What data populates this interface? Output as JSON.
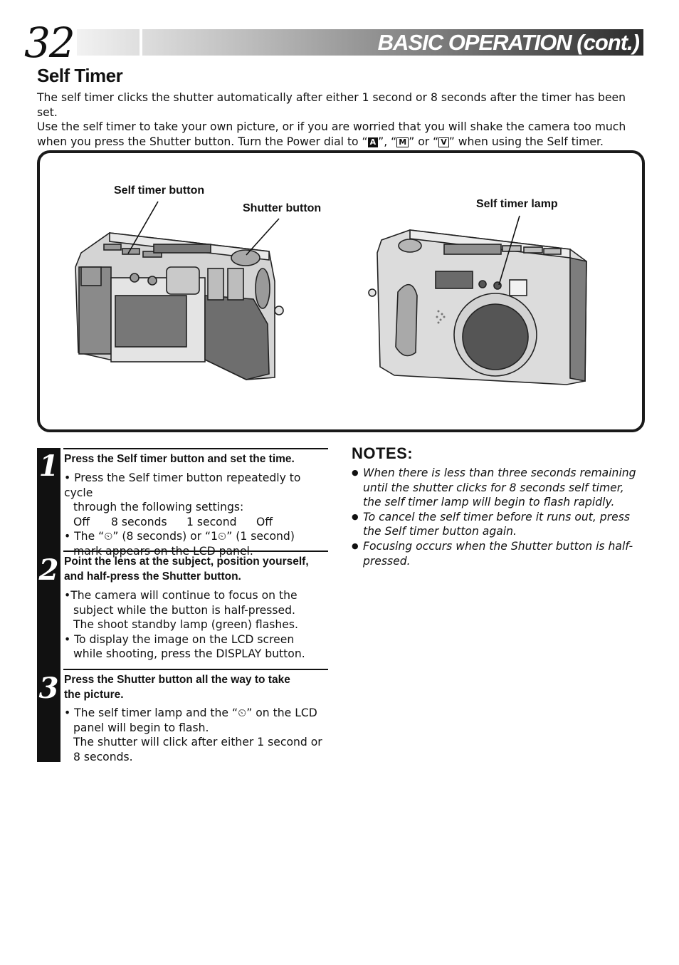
{
  "header": {
    "page_number": "32",
    "title": "BASIC OPERATION (cont.)"
  },
  "section": {
    "title": "Self Timer",
    "intro_line1": "The self timer clicks the shutter automatically after either 1 second or 8 seconds after the timer has been set.",
    "intro_line2": "Use the self timer to take your own picture, or if you are worried that you will shake the camera too much",
    "intro_line3_a": "when you press the Shutter button. Turn the Power dial to “",
    "mode_a": "A",
    "intro_line3_b": "”, “",
    "mode_m": "M",
    "intro_line3_c": "” or “",
    "mode_v": "V",
    "intro_line3_d": "” when using the Self timer."
  },
  "figure": {
    "label_self_timer_button": "Self timer button",
    "label_shutter_button": "Shutter button",
    "label_self_timer_lamp": "Self timer lamp"
  },
  "steps": [
    {
      "number": "1",
      "heading": "Press the Self timer button and set the time.",
      "b1_line1": "• Press the Self timer button repeatedly to cycle",
      "b1_line2": "through the following settings:",
      "settings": [
        "Off",
        "8 seconds",
        "1 second",
        "Off"
      ],
      "b2_line1": "• The “⏲” (8 seconds) or “1⏲” (1 second)",
      "b2_line2": "mark appears on the LCD panel."
    },
    {
      "number": "2",
      "heading_line1": "Point the lens at the subject, position yourself,",
      "heading_line2": "and half-press the Shutter button.",
      "b1_line1": "•The camera will continue to focus on the",
      "b1_line2": "subject while the button is half-pressed.",
      "b1_line3": "The shoot standby lamp (green) flashes.",
      "b2_line1": "• To display the image on the LCD screen",
      "b2_line2": "while shooting, press the DISPLAY button."
    },
    {
      "number": "3",
      "heading_line1": "Press the Shutter button all the way to take",
      "heading_line2": "the picture.",
      "b1_line1": "• The self timer lamp and the “⏲” on the LCD",
      "b1_line2": "panel will begin to flash.",
      "b1_line3": "The shutter will click after either 1 second or",
      "b1_line4": "8 seconds."
    }
  ],
  "notes": {
    "title": "NOTES:",
    "items": [
      "When there is less than three seconds remaining until the shutter clicks for 8 seconds self timer, the self timer lamp will begin to flash rapidly.",
      "To cancel the self timer before it runs out, press the Self timer button again.",
      "Focusing occurs when the Shutter button is half-pressed."
    ]
  }
}
